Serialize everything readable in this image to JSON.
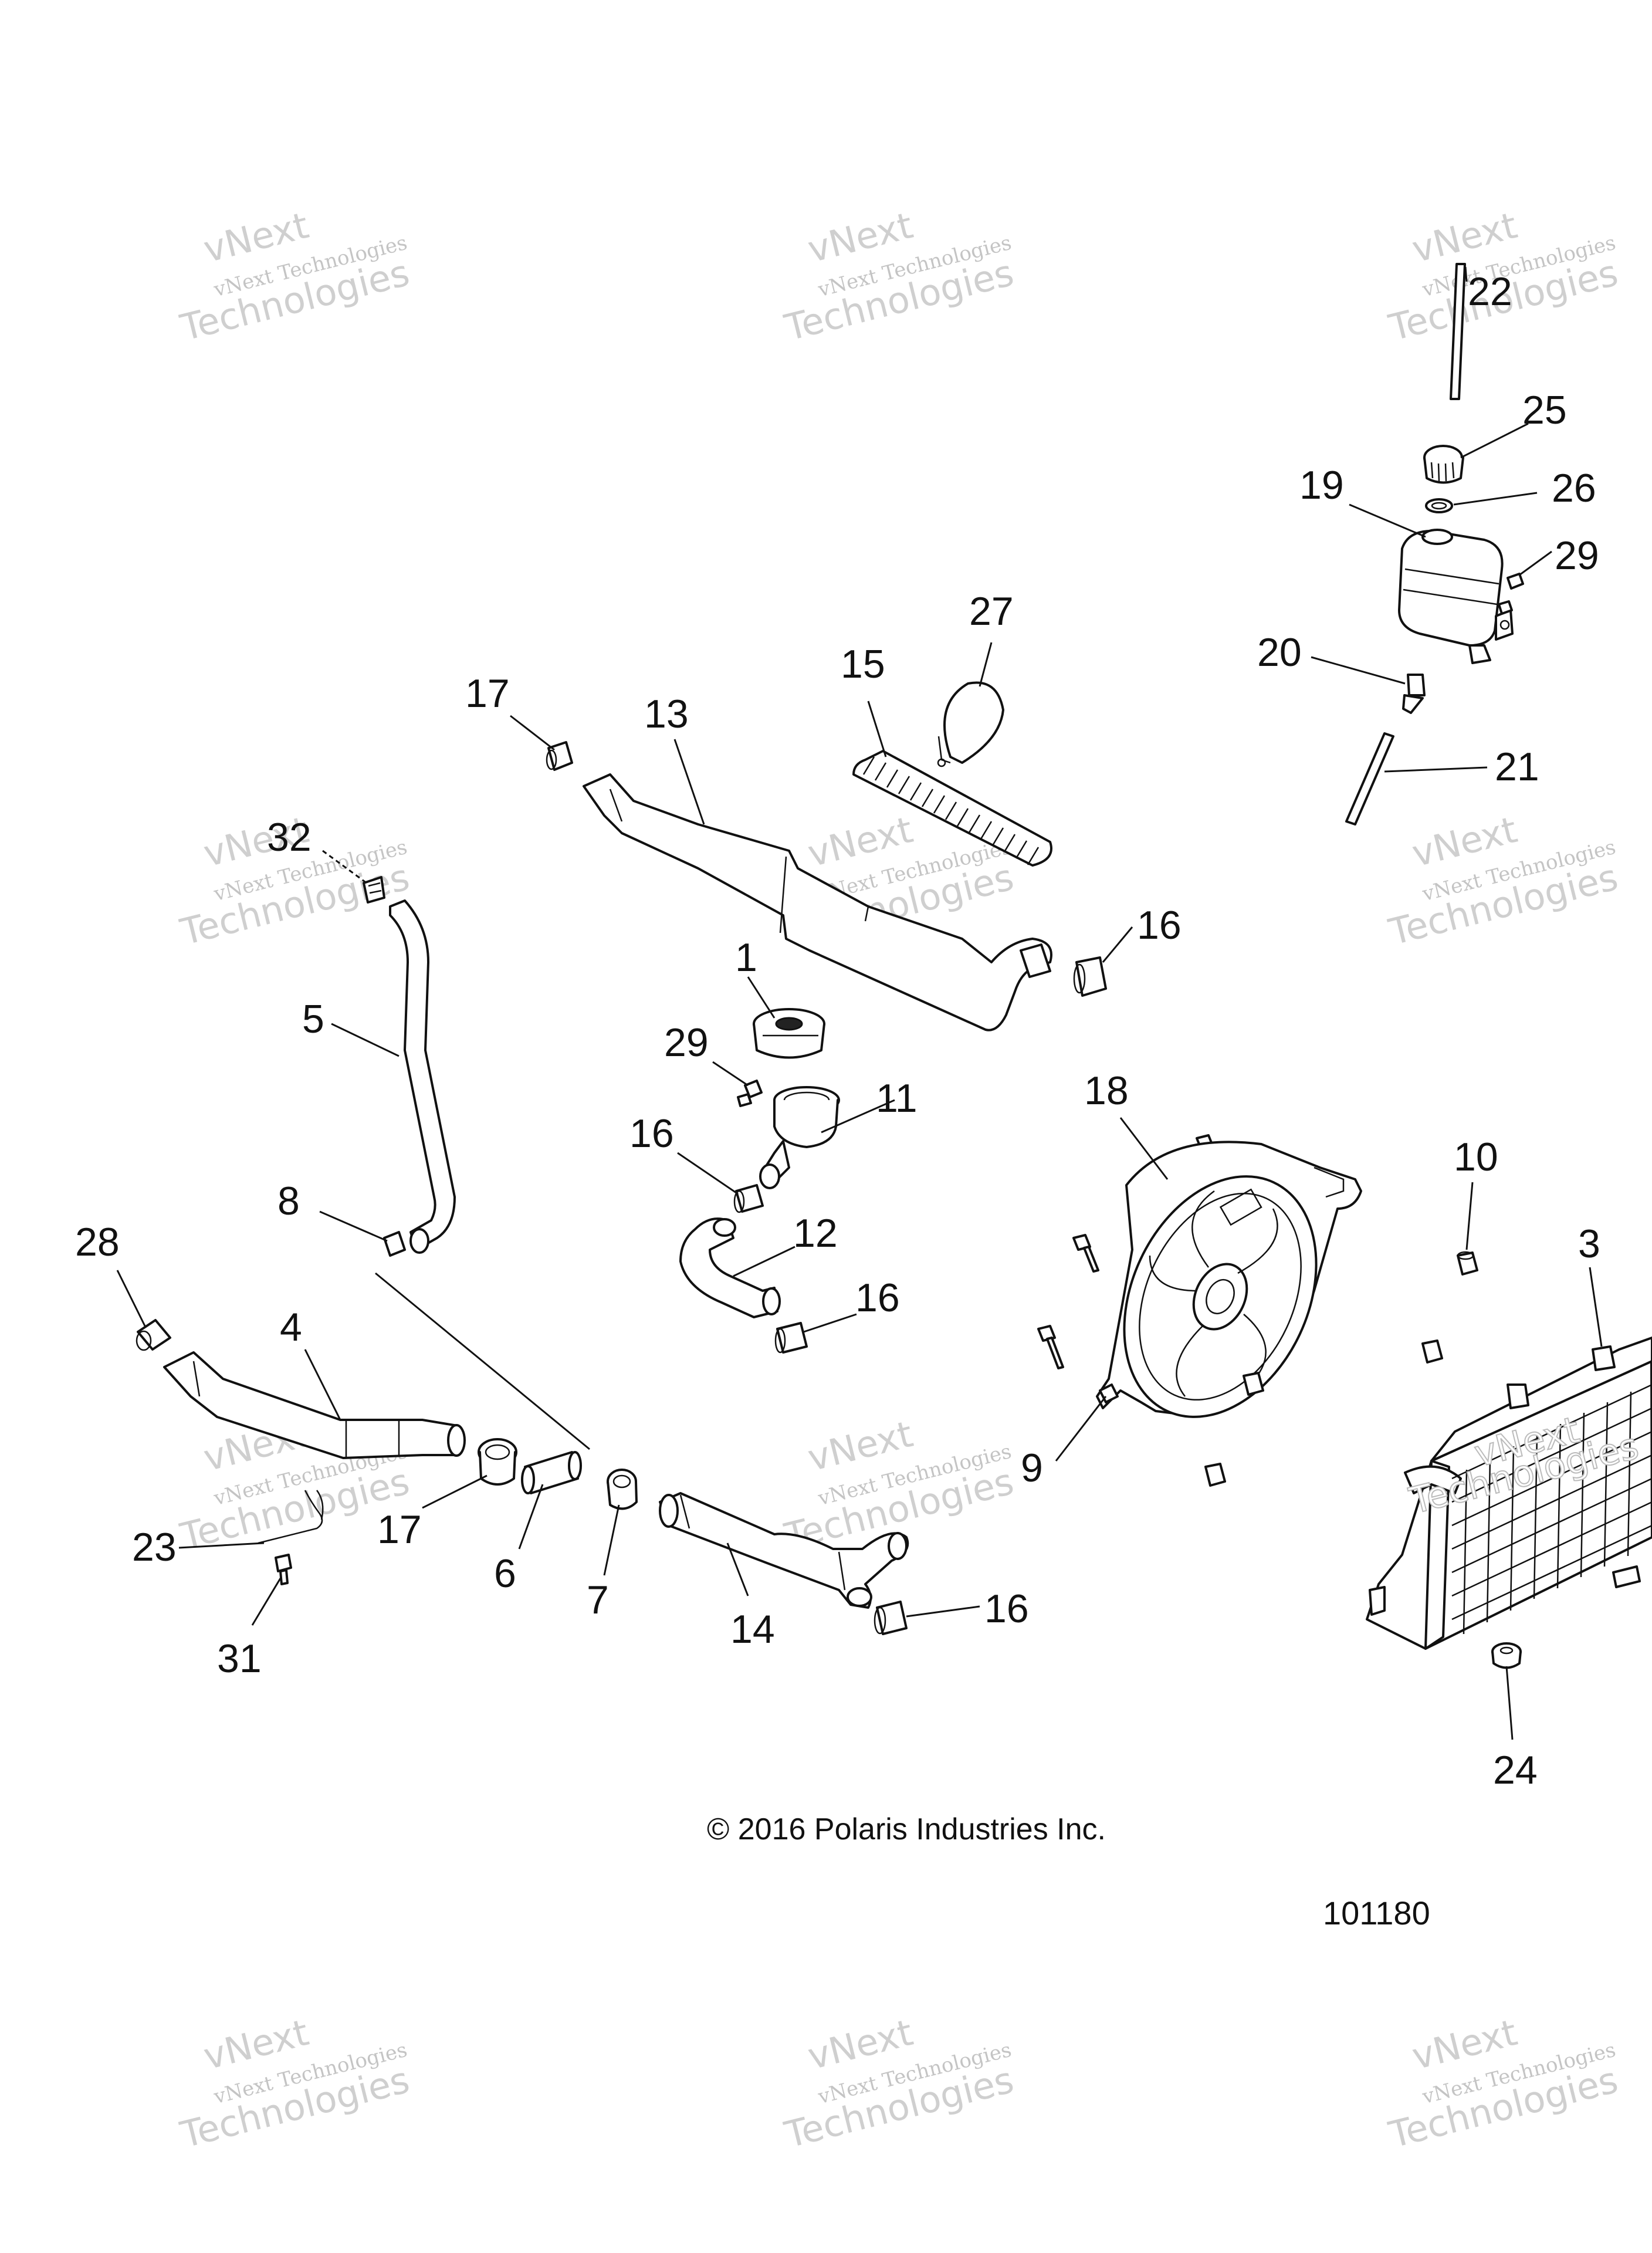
{
  "diagram": {
    "callouts": [
      {
        "id": "c1",
        "label": "1"
      },
      {
        "id": "c3",
        "label": "3"
      },
      {
        "id": "c4",
        "label": "4"
      },
      {
        "id": "c5",
        "label": "5"
      },
      {
        "id": "c6",
        "label": "6"
      },
      {
        "id": "c7",
        "label": "7"
      },
      {
        "id": "c8",
        "label": "8"
      },
      {
        "id": "c9",
        "label": "9"
      },
      {
        "id": "c10",
        "label": "10"
      },
      {
        "id": "c11",
        "label": "11"
      },
      {
        "id": "c12",
        "label": "12"
      },
      {
        "id": "c13",
        "label": "13"
      },
      {
        "id": "c14",
        "label": "14"
      },
      {
        "id": "c15",
        "label": "15"
      },
      {
        "id": "c16a",
        "label": "16"
      },
      {
        "id": "c16b",
        "label": "16"
      },
      {
        "id": "c16c",
        "label": "16"
      },
      {
        "id": "c16d",
        "label": "16"
      },
      {
        "id": "c17a",
        "label": "17"
      },
      {
        "id": "c17b",
        "label": "17"
      },
      {
        "id": "c18",
        "label": "18"
      },
      {
        "id": "c19",
        "label": "19"
      },
      {
        "id": "c20",
        "label": "20"
      },
      {
        "id": "c21",
        "label": "21"
      },
      {
        "id": "c22",
        "label": "22"
      },
      {
        "id": "c23",
        "label": "23"
      },
      {
        "id": "c24",
        "label": "24"
      },
      {
        "id": "c25",
        "label": "25"
      },
      {
        "id": "c26",
        "label": "26"
      },
      {
        "id": "c27",
        "label": "27"
      },
      {
        "id": "c28",
        "label": "28"
      },
      {
        "id": "c29a",
        "label": "29"
      },
      {
        "id": "c29b",
        "label": "29"
      },
      {
        "id": "c31",
        "label": "31"
      },
      {
        "id": "c32",
        "label": "32"
      }
    ],
    "copyright": "© 2016 Polaris Industries Inc.",
    "figure_number": "101180",
    "watermark": {
      "line1": "vNext Technologies",
      "line2": "Technologies",
      "line3": "vNext"
    }
  }
}
